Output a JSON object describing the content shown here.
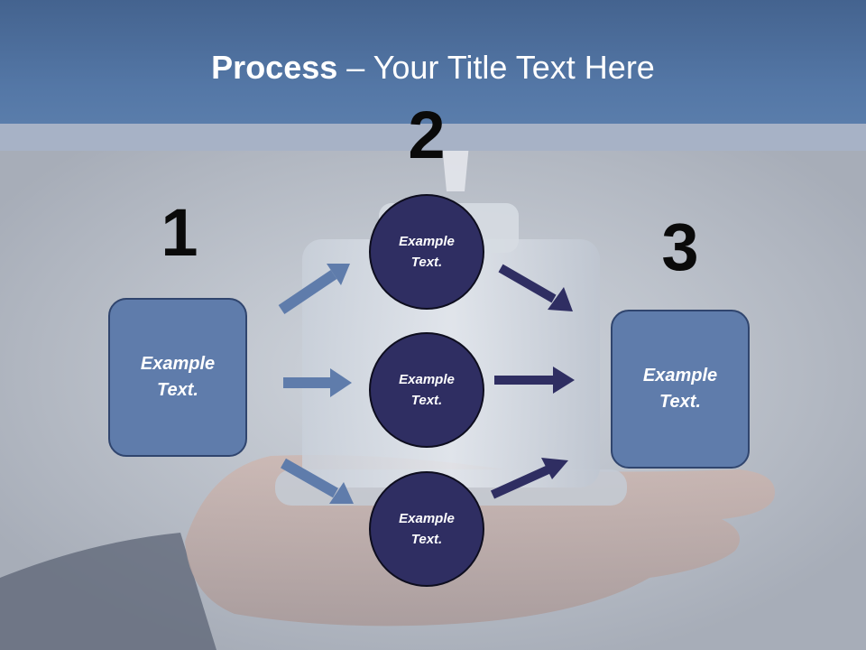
{
  "slide": {
    "title_bold": "Process",
    "title_rest": " – Your Title Text Here"
  },
  "steps": {
    "one": "1",
    "two": "2",
    "three": "3"
  },
  "boxes": {
    "left": "Example Text.",
    "right": "Example Text."
  },
  "circles": {
    "top": "Example Text.",
    "middle": "Example Text.",
    "bottom": "Example Text."
  },
  "colors": {
    "header_blue": "#5477a6",
    "box_blue": "#5f7cab",
    "circle_navy": "#2f2e62",
    "arrow_left": "#5f7cab",
    "arrow_right": "#2f2e62"
  }
}
